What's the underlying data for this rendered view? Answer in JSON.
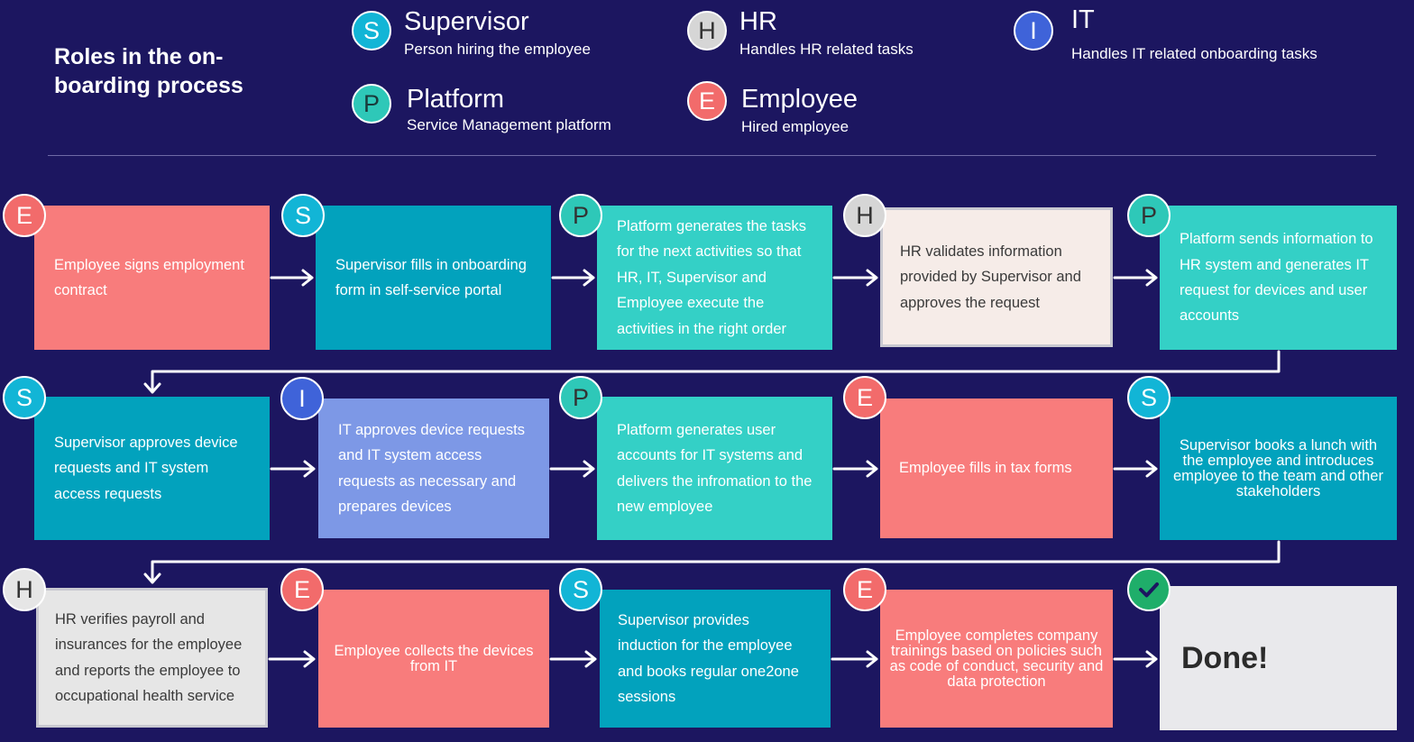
{
  "title": "Roles in the on-\nboarding process",
  "legend": [
    {
      "letter": "S",
      "name": "Supervisor",
      "desc": "Person hiring the employee",
      "color": "#12b5d6"
    },
    {
      "letter": "H",
      "name": "HR",
      "desc": "Handles HR related tasks",
      "color": "#d6d6d6"
    },
    {
      "letter": "I",
      "name": "IT",
      "desc": "Handles IT related onboarding tasks",
      "color": "#3f63d9"
    },
    {
      "letter": "P",
      "name": "Platform",
      "desc": "Service Management platform",
      "color": "#2ec8b8"
    },
    {
      "letter": "E",
      "name": "Employee",
      "desc": "Hired employee",
      "color": "#f26b6b"
    }
  ],
  "steps": [
    {
      "role": "E",
      "text": "Employee signs employment contract",
      "color": "#f87c7c"
    },
    {
      "role": "S",
      "text": "Supervisor fills in onboarding form in self-service portal",
      "color": "#02a2bd"
    },
    {
      "role": "P",
      "text": "Platform generates the tasks for the next activities so that HR, IT, Supervisor and Employee execute the activities in the right order",
      "color": "#34d0c6"
    },
    {
      "role": "H",
      "text": "HR validates information provided by Supervisor and approves the request",
      "color": "#f6ece8"
    },
    {
      "role": "P",
      "text": "Platform sends information to HR system and generates IT request for devices and user accounts",
      "color": "#34d0c6"
    },
    {
      "role": "S",
      "text": "Supervisor approves device requests and IT system access requests",
      "color": "#02a2bd"
    },
    {
      "role": "I",
      "text": "IT approves device requests and IT system access requests as necessary and prepares devices",
      "color": "#7d98e6"
    },
    {
      "role": "P",
      "text": "Platform generates user accounts for IT systems and delivers the infromation to the new employee",
      "color": "#34d0c6"
    },
    {
      "role": "E",
      "text": "Employee fills in tax forms",
      "color": "#f87c7c"
    },
    {
      "role": "S",
      "text": "Supervisor books a lunch with the employee and introduces employee to the team and other stakeholders",
      "color": "#02a2bd"
    },
    {
      "role": "H",
      "text": "HR verifies payroll and insurances for the employee and reports the employee to occupational health service",
      "color": "#e6e6e6"
    },
    {
      "role": "E",
      "text": "Employee collects the devices from IT",
      "color": "#f87c7c"
    },
    {
      "role": "S",
      "text": "Supervisor provides induction for the employee and books regular one2one sessions",
      "color": "#02a2bd"
    },
    {
      "role": "E",
      "text": "Employee completes company trainings based on policies such as code of conduct, security and data protection",
      "color": "#f87c7c"
    },
    {
      "role": "check",
      "text": "Done!",
      "color": "#e9e9ec"
    }
  ],
  "colors": {
    "background": "#1c1660",
    "check": "#1fae6a"
  }
}
